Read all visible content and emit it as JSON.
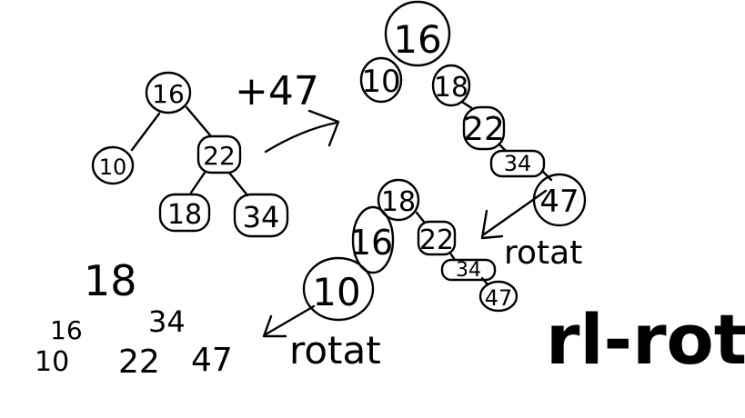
{
  "tree_initial": {
    "root": "16",
    "left": "10",
    "right": "22",
    "right_left": "18",
    "right_right": "34"
  },
  "insert_label": "+47",
  "tree_after_insert": {
    "nodes": [
      "16",
      "10",
      "18",
      "22",
      "34",
      "47"
    ]
  },
  "rotation_1_label": "rotat",
  "tree_after_rotation": {
    "nodes": [
      "18",
      "16",
      "10",
      "22",
      "34",
      "47"
    ]
  },
  "rotation_2_label": "rotat",
  "result_tree": {
    "root": "18",
    "left": "16",
    "right": "34",
    "left_left": "10",
    "right_left": "22",
    "right_right": "47"
  },
  "big_label": "rl-rota"
}
